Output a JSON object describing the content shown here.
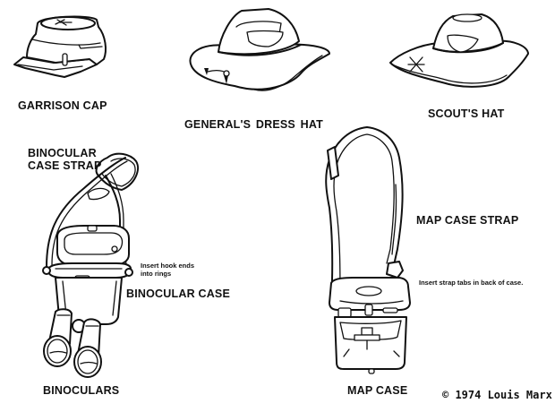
{
  "items": {
    "garrison_cap": "GARRISON CAP",
    "generals_dress_hat": "GENERAL'S  DRESS  HAT",
    "scouts_hat": "SCOUT'S HAT",
    "binocular_case_strap_line1": "BINOCULAR",
    "binocular_case_strap_line2": "CASE STRAP",
    "binocular_case": "BINOCULAR CASE",
    "binoculars": "BINOCULARS",
    "map_case_strap": "MAP CASE STRAP",
    "map_case": "MAP CASE"
  },
  "notes": {
    "binocular_hook_line1": "Insert hook ends",
    "binocular_hook_line2": "into rings",
    "map_strap_tabs": "Insert strap tabs in back of case."
  },
  "copyright": "© 1974 Louis Marx",
  "colors": {
    "ink": "#111111",
    "paper": "#ffffff"
  }
}
